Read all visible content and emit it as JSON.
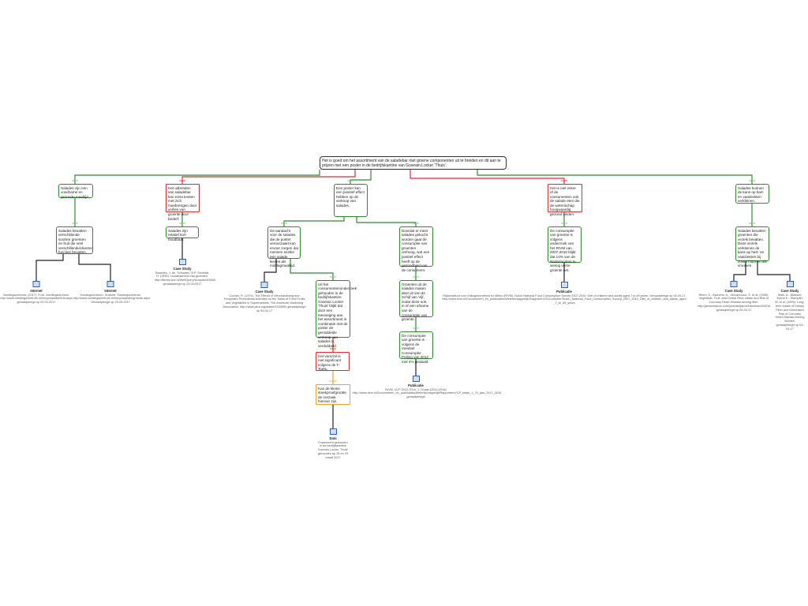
{
  "root": "Het is goed om het assortiment van de saladebar met groene componenten uit te breiden en dit aan te prijzen met een poster in de bedrijfskantine van Gowrain Locker 'Thuis'.",
  "relations": {
    "want": "want",
    "maar": "maar",
    "echter": "echter"
  },
  "claims": {
    "a": "Salades zijn een voedzame en gezonde maaltijd.",
    "a2": "Salades bevatten verschillende soorten groenten en fruit die veel verschillende/diverse functies bevatten.",
    "b": "Het uitbreiden van saladebar kan extra kosten met zich meebrengen door verlies van groente door bederf.",
    "b2": "Salades zijn relatief kort houdbaar.",
    "c": "Een poster kan een positief effect hebben op de verkoop van salades.",
    "c2a": "De aandacht voor de salades die de poster veroorzaakt kan ervoor zorgen dat mensen sneller een salade kiezen als middagmaaltijd.",
    "c3": "Uit het consumentenonderzoek gehouden in de bedrijfskantine Gowrain Locker 'Thuis' blijkt dat door een toevoeging aan het assortiment in combinatie met de poster de gemiddelde verkoop van salades is verdubbeld.",
    "c3red": "Het verschil is niet significant volgens de T-Toets.",
    "c3orange": "Kan de kleine steekproefgrootte de oorzaak hiervan zijn.",
    "c2b": "Doordat er meer salades gekocht worden gaat de consumptie van groenten omhoog, wat een positief effect heeft op de gezondheid van de consument.",
    "c2b2": "Groenten uit de salades maken deel uit van de Schijf van Vijf, zodat deze ook, in of een afname van de consumptie van groente.",
    "c2b3": "De consumptie van groente is volgens de Voedsel Consumptie Peiling van 2012 met 4% gedaald.",
    "d": "Het is niet zeker of de consumenten ook de salade eten die de wetenschap hoogwaardig gezond vinden.",
    "d2": "De consumptie van groente is volgens onderzoek van het RIVM van 2007-2010 blijkt dat 14% van de Nederlanders te weinig verse groente eet.",
    "e": "Salades kunnen de kans op hart- en vaatziekten verkleinen.",
    "e2": "Salades bevatten groenten die vezels bevatten. Deze vezels verkleinen de kans op hart- en vaatziekten bij zowel mannen als vrouwen."
  },
  "sources": {
    "inet1": {
      "type": "Internet",
      "text": "Voedingscentrum. (2017). Fruit. Voedingscentrum. http://www.voedingscentrum.nl/encyclopedie/fruit.aspx geraadpleegd op 23-03-2017"
    },
    "inet2": {
      "type": "Internet",
      "text": "Voedingscentrum. Groente. Voedingscentrum. http://www.voedingscentrum.nl/encyclopedie/groente.aspx Geraadpleegd op 23-03-2017"
    },
    "caseB": {
      "type": "Case Study",
      "text": "Beaulieu, J. de, Schouten, B.P. Schmidt, H. (1995). Houdbaarheid van groenten. http://library.wur.nl/WebQuery/wurpubs/53468 geraadpleegd op 23-03-2017"
    },
    "caseC": {
      "type": "Case Study",
      "text": "Curhan, R. (1974). The Effects of Merchandising and Temporary Promotional Activities on the Sales of Fresh Fruits and Vegetables in Supermarkets. The American Marketing Association. http://www.jstor.org/stable/3150550 geraadpleegd op 04-04-17"
    },
    "data": {
      "type": "Data",
      "text": "Experiment gehouden in de bedrijfskantine Gowrain Locker 'Thuis' gehouden op 28 en 29 maart 2017"
    },
    "pubC": {
      "type": "Publicatie",
      "text": "RIVM, VCP 2012-2016, 1-79 jaar (2014-2016) http://www.rivm.nl/Documenten_en_publicaties/Wetenschappelijk/Rapporten/VCP_basis_1_79_jaar_2012_2016 geraadpleegd"
    },
    "pubD": {
      "type": "Publicatie",
      "text": "Rijksinstituut voor Volksgezondheid en Milieu (RIVM). Dutch National Food Consumption Survey 2007-2010: Diet of children and adults aged 7 to 69 years. Geraadpleegd op 04-04-17 http://www.rivm.nl/Documenten_en_publicaties/Wetenschappelijk/Rapporten/2011/oktober/Dutch_National_Food_Consumption_Survey_2007_2010_Diet_of_children_and_adults_aged_7_to_69_years"
    },
    "caseE1": {
      "type": "Case Study",
      "text": "Rimm, E., Ascherio, A., Giovannucci, E. et al. (1996). Vegetable, Fruit, and Cereal Fiber Intake and Risk of Coronary Heart Disease Among Men. http://jamanetwork.com/journals/jama/fullarticle/403216 geraadpleegd op 04-04-17"
    },
    "caseE2": {
      "type": "Case Study",
      "text": "Wolk, A., Manson, JoAnn E., Stampfer, M. et al. (1999). Long-term Intake of Dietary Fiber and Decreased Risk of Coronary Heart Disease Among Women. geraadpleegd op 04-04-17"
    }
  },
  "colors": {
    "support": "#2e8b2e",
    "oppose": "#e8282c",
    "rebuttal": "#f0a030"
  }
}
